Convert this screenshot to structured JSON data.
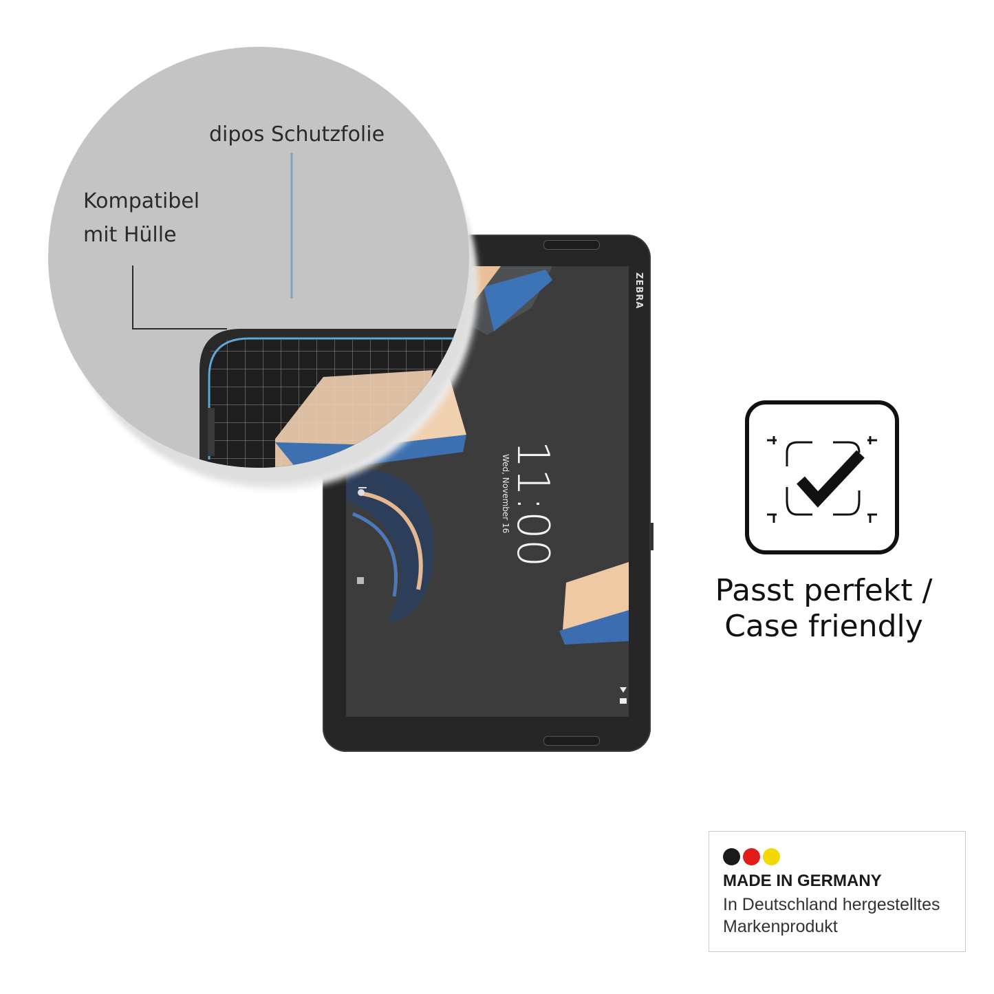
{
  "callouts": {
    "film_label": "dipos Schutzfolie",
    "case_label_line1": "Kompatibel",
    "case_label_line2": "mit Hülle"
  },
  "tablet": {
    "brand": "ZEBRA",
    "clock": "11:00",
    "date": "Wed, November 16"
  },
  "feature": {
    "line1": "Passt perfekt /",
    "line2": "Case friendly",
    "icon": "check-in-frame-icon"
  },
  "badge": {
    "title": "MADE IN GERMANY",
    "line1": "In Deutschland hergestelltes",
    "line2": "Markenprodukt",
    "flag_colors": [
      "#1a1a1a",
      "#e21b1b",
      "#f4d900"
    ]
  },
  "colors": {
    "accent_line": "#7aa6c2",
    "case_line": "#2a2a2a"
  }
}
